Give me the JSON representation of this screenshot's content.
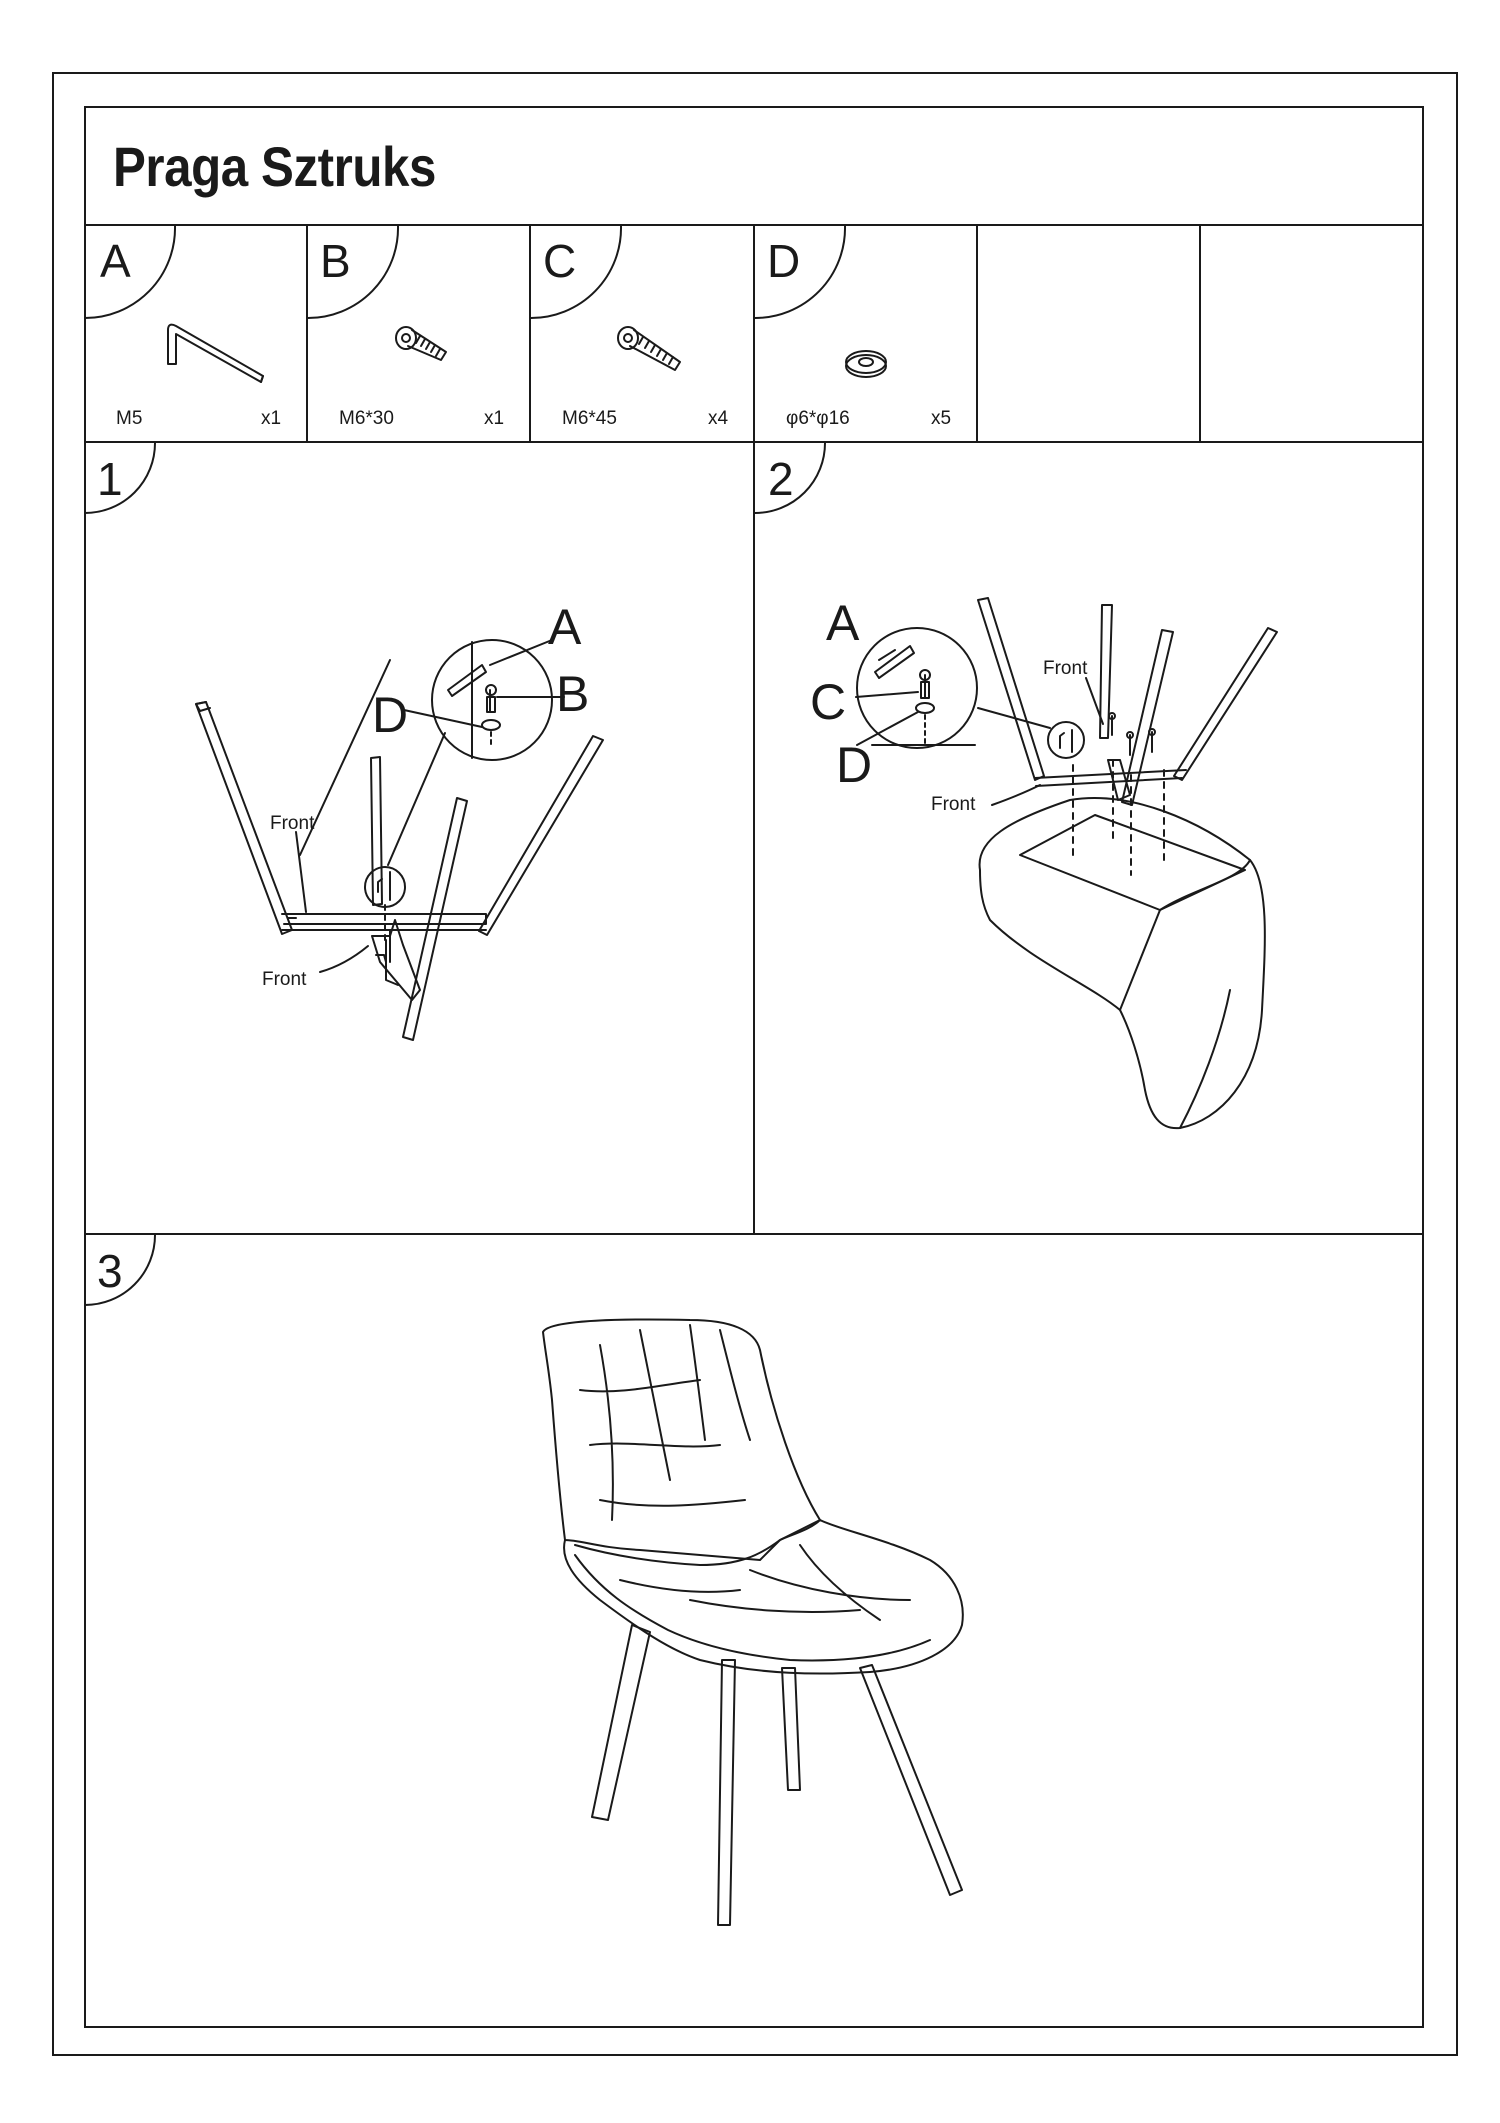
{
  "title": "Praga Sztruks",
  "parts": [
    {
      "letter": "A",
      "spec": "M5",
      "qty": "x1",
      "icon": "allen-key"
    },
    {
      "letter": "B",
      "spec": "M6*30",
      "qty": "x1",
      "icon": "bolt-short"
    },
    {
      "letter": "C",
      "spec": "M6*45",
      "qty": "x4",
      "icon": "bolt-long"
    },
    {
      "letter": "D",
      "spec": "φ6*φ16",
      "qty": "x5",
      "icon": "washer"
    }
  ],
  "steps": [
    {
      "number": "1",
      "callouts": [
        "A",
        "B",
        "D"
      ],
      "front_labels": [
        "Front",
        "Front"
      ]
    },
    {
      "number": "2",
      "callouts": [
        "A",
        "C",
        "D"
      ],
      "front_labels": [
        "Front",
        "Front"
      ]
    },
    {
      "number": "3"
    }
  ],
  "colors": {
    "ink": "#1a1a1a",
    "paper": "#ffffff"
  }
}
